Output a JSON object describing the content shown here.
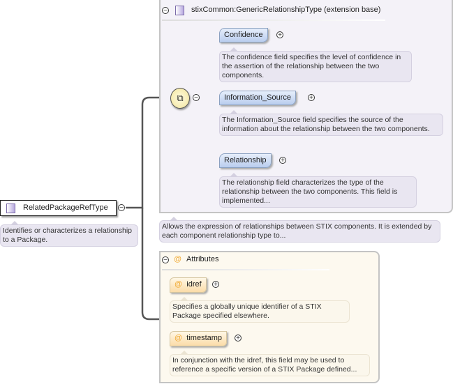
{
  "root": {
    "name": "RelatedPackageRefType",
    "doc": "Identifies or characterizes a relationship to a Package."
  },
  "extension": {
    "title": "stixCommon:GenericRelationshipType (extension base)",
    "doc": "Allows the expression of relationships between STIX components. It is extended by each component relationship type to...",
    "elements": [
      {
        "name": "Confidence",
        "doc": "The confidence field specifies the level of confidence in the assertion of the relationship between the two components."
      },
      {
        "name": "Information_Source",
        "doc": "The Information_Source field specifies the source of the information about the relationship between the two components."
      },
      {
        "name": "Relationship",
        "doc": "The relationship field characterizes the type of the relationship between the two components. This field is implemented..."
      }
    ]
  },
  "attributes": {
    "title": "Attributes",
    "at_symbol": "@",
    "items": [
      {
        "name": "idref",
        "doc": "Specifies a globally unique identifier of a STIX Package specified elsewhere."
      },
      {
        "name": "timestamp",
        "doc": "In conjunction with the idref, this field may be used to reference a specific version of a STIX Package defined..."
      }
    ]
  },
  "icons": {
    "collapse": "−",
    "expand": "+"
  }
}
